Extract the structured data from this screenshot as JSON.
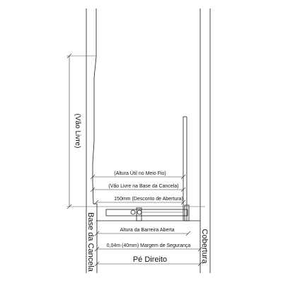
{
  "labels": {
    "vao_livre": "(Vão Livre)",
    "altura_util": "(Altura Útil no Meio Fio)",
    "vao_livre_base": "(Vão Livre na Base da Cancela)",
    "desconto": "150mm (Desconto de Abertura)",
    "altura_barreira": "Altura da Barreira Aberta",
    "margem": "0,04m (40mm) Margem de Segurança",
    "pe_direito": "Pé Direito",
    "base_cancela": "Base da Cancela",
    "cobertura": "Cobertura"
  }
}
